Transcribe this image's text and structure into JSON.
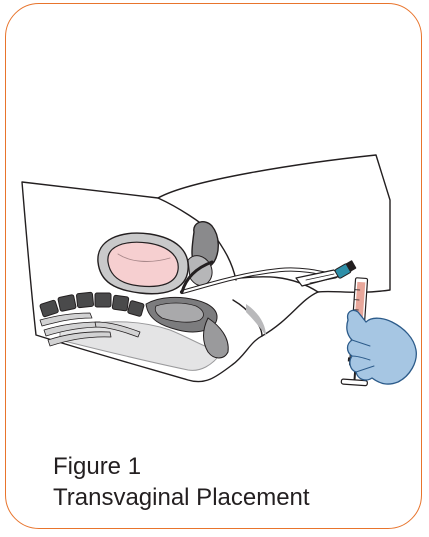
{
  "figure": {
    "label": "Figure 1",
    "caption": "Transvaginal Placement",
    "border_color": "#e8742c"
  },
  "illustration": {
    "subject": "sagittal-pelvis-with-catheter-and-syringe",
    "colors": {
      "outline": "#231f20",
      "bladder": "#f6cfd0",
      "uterus": "#8a8a8c",
      "tissue": "#d2d2d3",
      "glove": "#a6c6e3",
      "glove_outline": "#2c5b8a",
      "plunger": "#e8a79b"
    }
  }
}
